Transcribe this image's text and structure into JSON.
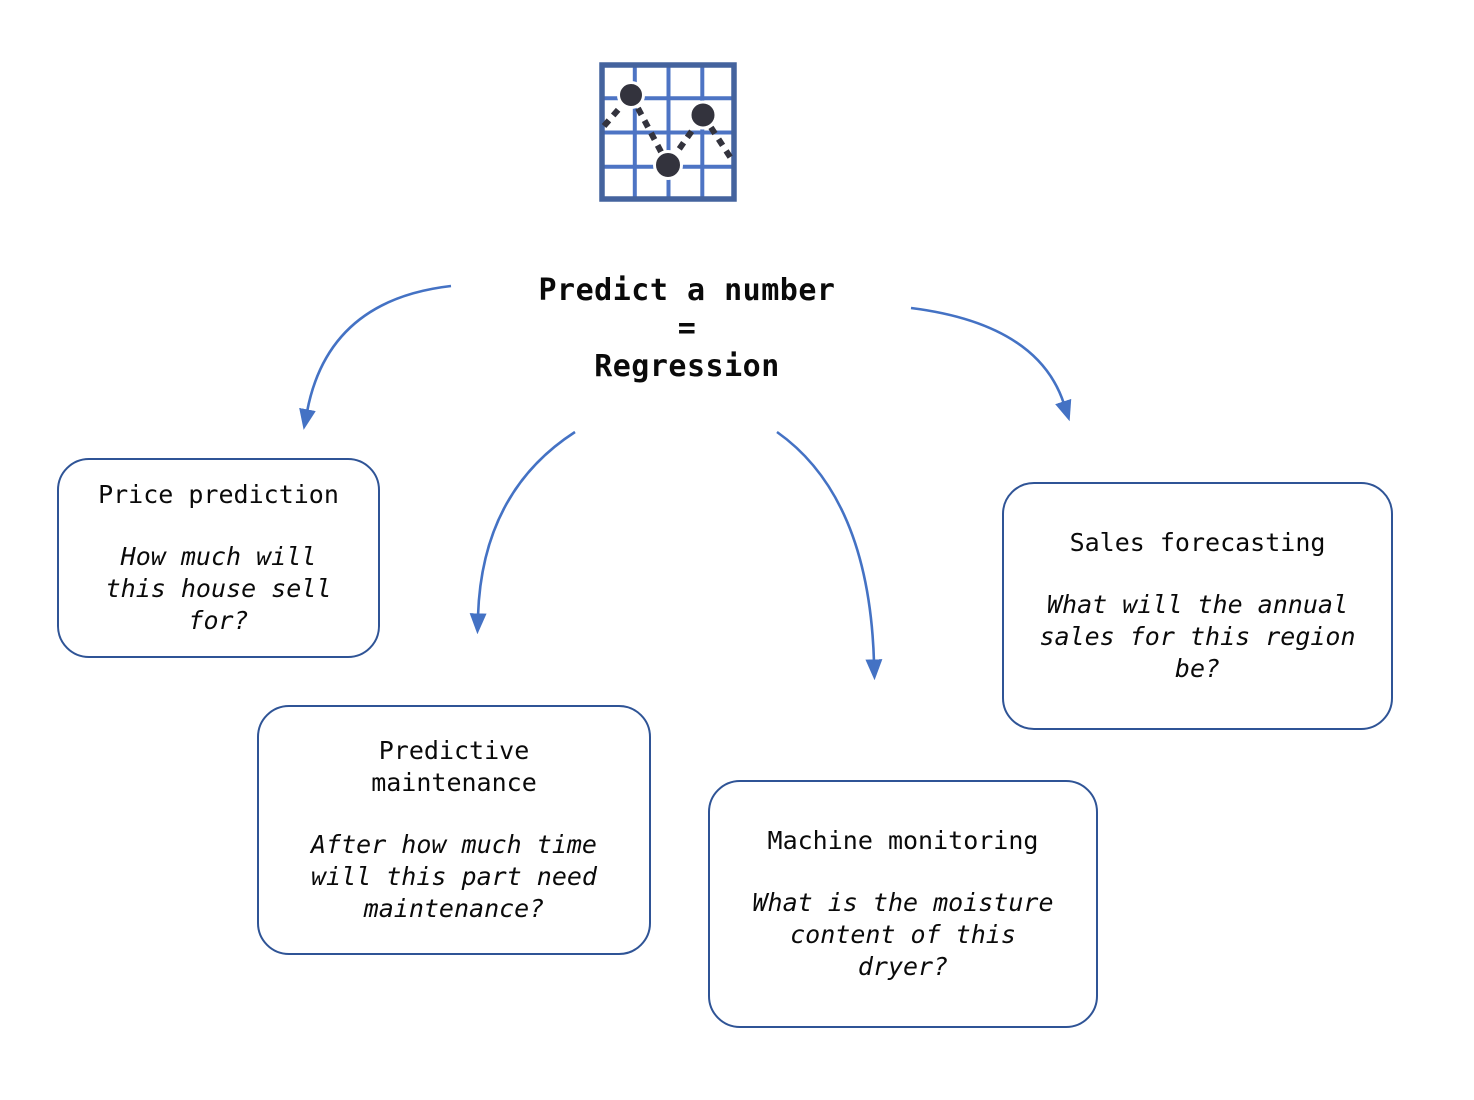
{
  "title": {
    "text": "Predict a number\n=\nRegression"
  },
  "icon": {
    "name": "scatter-line-chart-icon"
  },
  "nodes": [
    {
      "id": "price-prediction",
      "title": "Price prediction",
      "question": "How much will\nthis house sell\nfor?"
    },
    {
      "id": "predictive-maintenance",
      "title": "Predictive\nmaintenance",
      "question": "After how much time\nwill this part need\nmaintenance?"
    },
    {
      "id": "machine-monitoring",
      "title": "Machine monitoring",
      "question": "What is the moisture\ncontent of this\ndryer?"
    },
    {
      "id": "sales-forecasting",
      "title": "Sales forecasting",
      "question": "What will the annual\nsales for this region\nbe?"
    }
  ],
  "colors": {
    "arrow": "#4472C4",
    "node_border": "#2F5496",
    "icon_grid": "#4d74c4",
    "icon_dots": "#33333d",
    "text": "#0a0a0a",
    "background": "#ffffff"
  }
}
